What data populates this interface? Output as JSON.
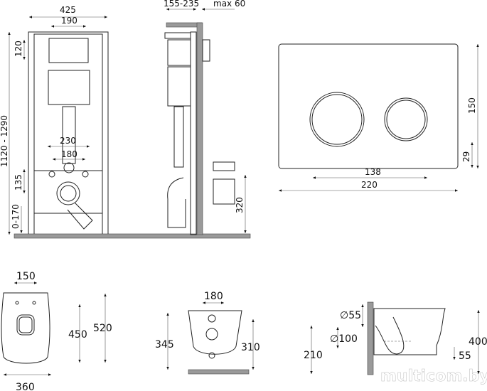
{
  "frame_front": {
    "width": "425",
    "panel_width": "190",
    "panel_height": "120",
    "height_range": "1120 - 1290",
    "bolt_outer": "230",
    "bolt_inner": "180",
    "drain_height": "135",
    "foot_range": "0-170"
  },
  "frame_side": {
    "depth_range": "155-235",
    "wall_max": "max 60",
    "drain_height": "320"
  },
  "flush_plate": {
    "height": "150",
    "button_offset": "29",
    "button_span": "138",
    "width": "220"
  },
  "bowl_top": {
    "seat_width": "150",
    "inner_length": "450",
    "length": "520",
    "width": "360"
  },
  "bowl_back": {
    "bolt_spacing": "180",
    "height": "345",
    "bolt_height": "310"
  },
  "bowl_side": {
    "inlet_diameter": "∅55",
    "outlet_diameter": "∅100",
    "outlet_height": "210",
    "height": "400",
    "bottom_offset": "55"
  },
  "watermark": "multicom.by"
}
